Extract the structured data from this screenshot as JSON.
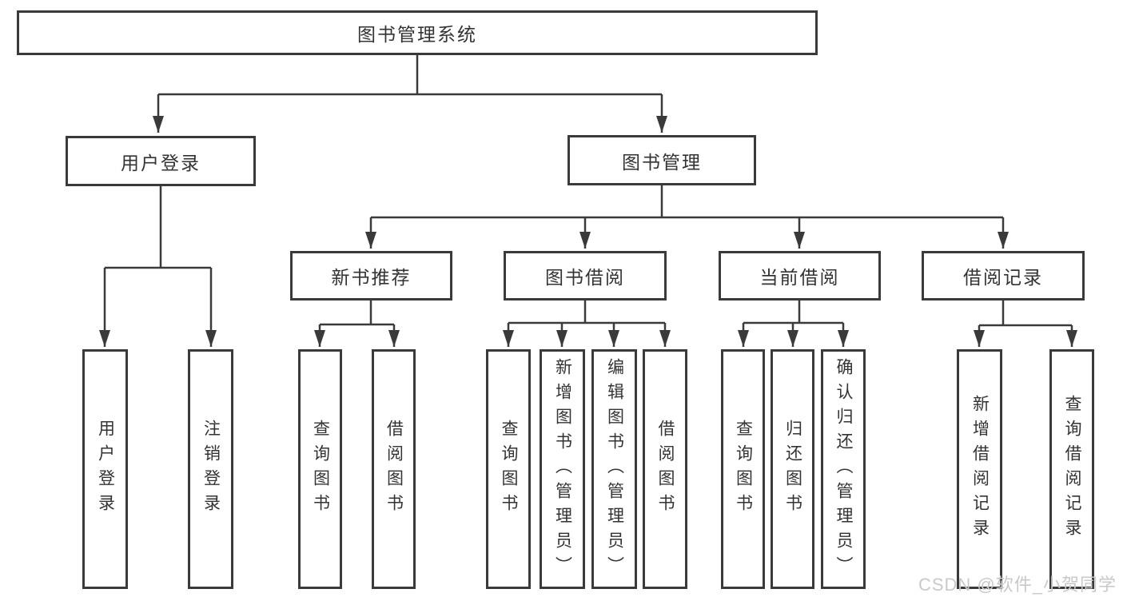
{
  "diagram": {
    "root_label": "图书管理系统",
    "level2": {
      "user_login": "用户登录",
      "book_management": "图书管理"
    },
    "level3": {
      "new_book_recommend": "新书推荐",
      "book_borrowing": "图书借阅",
      "current_borrowing": "当前借阅",
      "borrowing_records": "借阅记录"
    },
    "leaves": {
      "user_login_children": [
        "用户登录",
        "注销登录"
      ],
      "new_book_recommend_children": [
        "查询图书",
        "借阅图书"
      ],
      "book_borrowing_children": [
        "查询图书",
        "新增图书（管理员）",
        "编辑图书（管理员）",
        "借阅图书"
      ],
      "current_borrowing_children": [
        "查询图书",
        "归还图书",
        "确认归还（管理员）"
      ],
      "borrowing_records_children": [
        "新增借阅记录",
        "查询借阅记录"
      ]
    }
  },
  "watermark": {
    "text": "CSDN @软件_小贺同学"
  },
  "colors": {
    "line": "#3a3a3a",
    "text": "#333333",
    "watermark": "#c9c9c9",
    "background": "#ffffff"
  }
}
